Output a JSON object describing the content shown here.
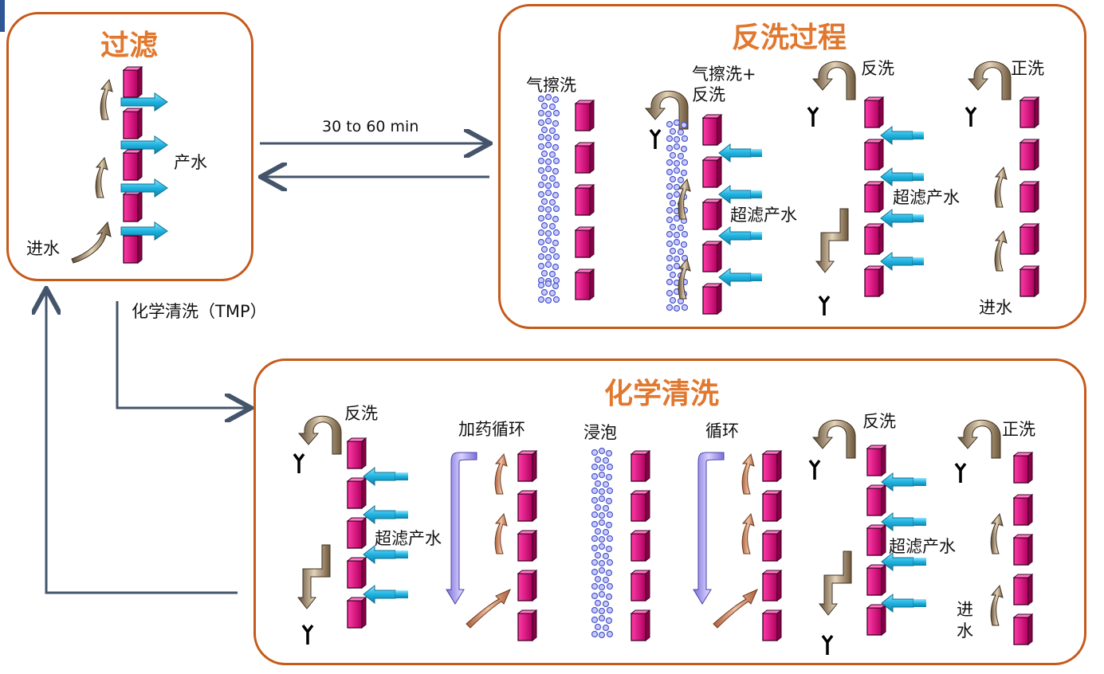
{
  "filtration": {
    "title": "过滤",
    "product_water": "产水",
    "inlet": "进水"
  },
  "cycle_time": "30 to 60 min",
  "chemical_trigger": "化学清洗（TMP）",
  "backwash_panel": {
    "title": "反洗过程",
    "air_scrub": "气擦洗",
    "air_scrub_backwash": "气擦洗+\n反洗",
    "uf_product_1": "超滤产水",
    "backwash": "反洗",
    "uf_product_2": "超滤产水",
    "forward_flush": "正洗",
    "inlet": "进水"
  },
  "chemical_panel": {
    "title": "化学清洗",
    "backwash_1": "反洗",
    "uf_product_1": "超滤产水",
    "dosing_circulation": "加药循环",
    "soaking": "浸泡",
    "circulation": "循环",
    "backwash_2": "反洗",
    "uf_product_2": "超滤产水",
    "forward_flush": "正洗",
    "inlet": "进\n水"
  },
  "colors": {
    "border": "#c55a1b",
    "title": "#e0782f",
    "membrane": "#cc0077",
    "flow": "#1fb3e0",
    "line": "#44546a"
  }
}
